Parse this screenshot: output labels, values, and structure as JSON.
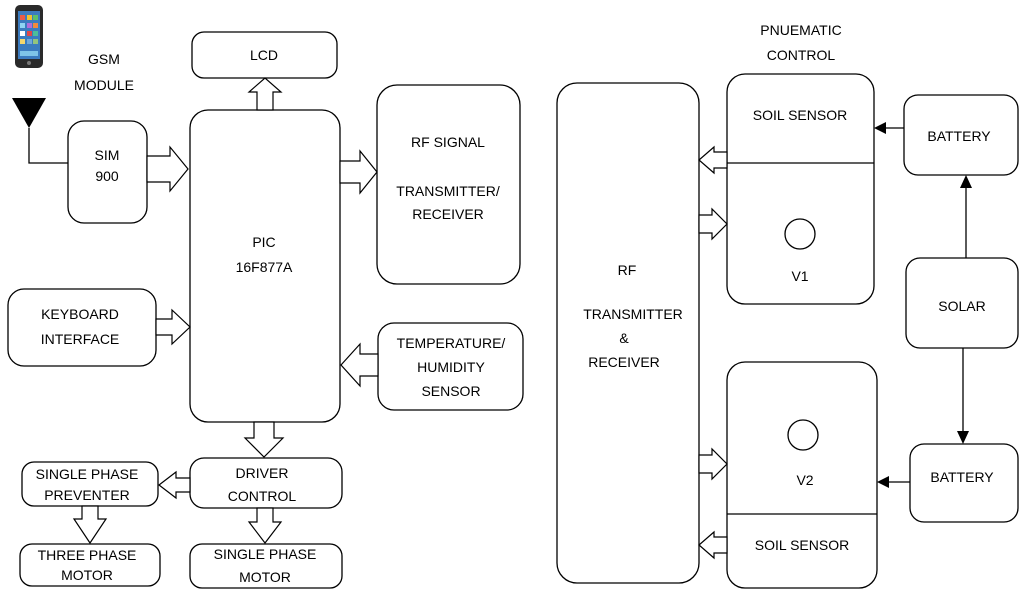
{
  "labels": {
    "gsm_line1": "GSM",
    "gsm_line2": "MODULE",
    "sim_line1": "SIM",
    "sim_line2": "900",
    "lcd": "LCD",
    "pic_line1": "PIC",
    "pic_line2": "16F877A",
    "rf_signal_line1": "RF SIGNAL",
    "rf_signal_line2": "TRANSMITTER/",
    "rf_signal_line3": "RECEIVER",
    "keyboard_line1": "KEYBOARD",
    "keyboard_line2": "INTERFACE",
    "temp_line1": "TEMPERATURE/",
    "temp_line2": "HUMIDITY",
    "temp_line3": "SENSOR",
    "driver_line1": "DRIVER",
    "driver_line2": "CONTROL",
    "preventer_line1": "SINGLE PHASE",
    "preventer_line2": "PREVENTER",
    "three_motor_line1": "THREE PHASE",
    "three_motor_line2": "MOTOR",
    "single_motor_line1": "SINGLE PHASE",
    "single_motor_line2": "MOTOR",
    "rf_tr_line1": "RF",
    "rf_tr_line2": "TRANSMITTER",
    "rf_tr_line3": "&",
    "rf_tr_line4": "RECEIVER",
    "pneumatic_line1": "PNUEMATIC",
    "pneumatic_line2": "CONTROL",
    "soil_sensor_top": "SOIL SENSOR",
    "v1": "V1",
    "soil_sensor_bottom": "SOIL SENSOR",
    "v2": "V2",
    "battery_top": "BATTERY",
    "solar": "SOLAR",
    "battery_bottom": "BATTERY"
  },
  "icons": {
    "phone": "mobile-phone-icon",
    "antenna": "antenna-icon"
  }
}
